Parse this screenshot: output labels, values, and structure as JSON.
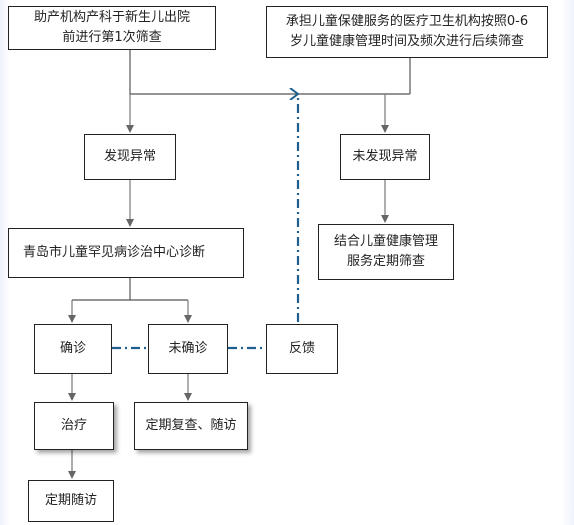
{
  "nodes": {
    "birth_screen": "助产机构产科于新生儿出院\n前进行第1次筛查",
    "followup_screen": "承担儿童保健服务的医疗卫生机构按照0-6\n岁儿童健康管理时间及频次进行后续筛查",
    "abnormal": "发现异常",
    "normal": "未发现异常",
    "diagnosis_center": "青岛市儿童罕见病诊治中心诊断",
    "regular_screening": "结合儿童健康管理\n服务定期筛查",
    "confirmed": "确诊",
    "not_confirmed": "未确诊",
    "feedback": "反馈",
    "treatment": "治疗",
    "recheck": "定期复查、随访",
    "regular_followup": "定期随访"
  },
  "colors": {
    "line": "#555555",
    "dashdot": "#1f5f8f",
    "border": "#222222"
  }
}
